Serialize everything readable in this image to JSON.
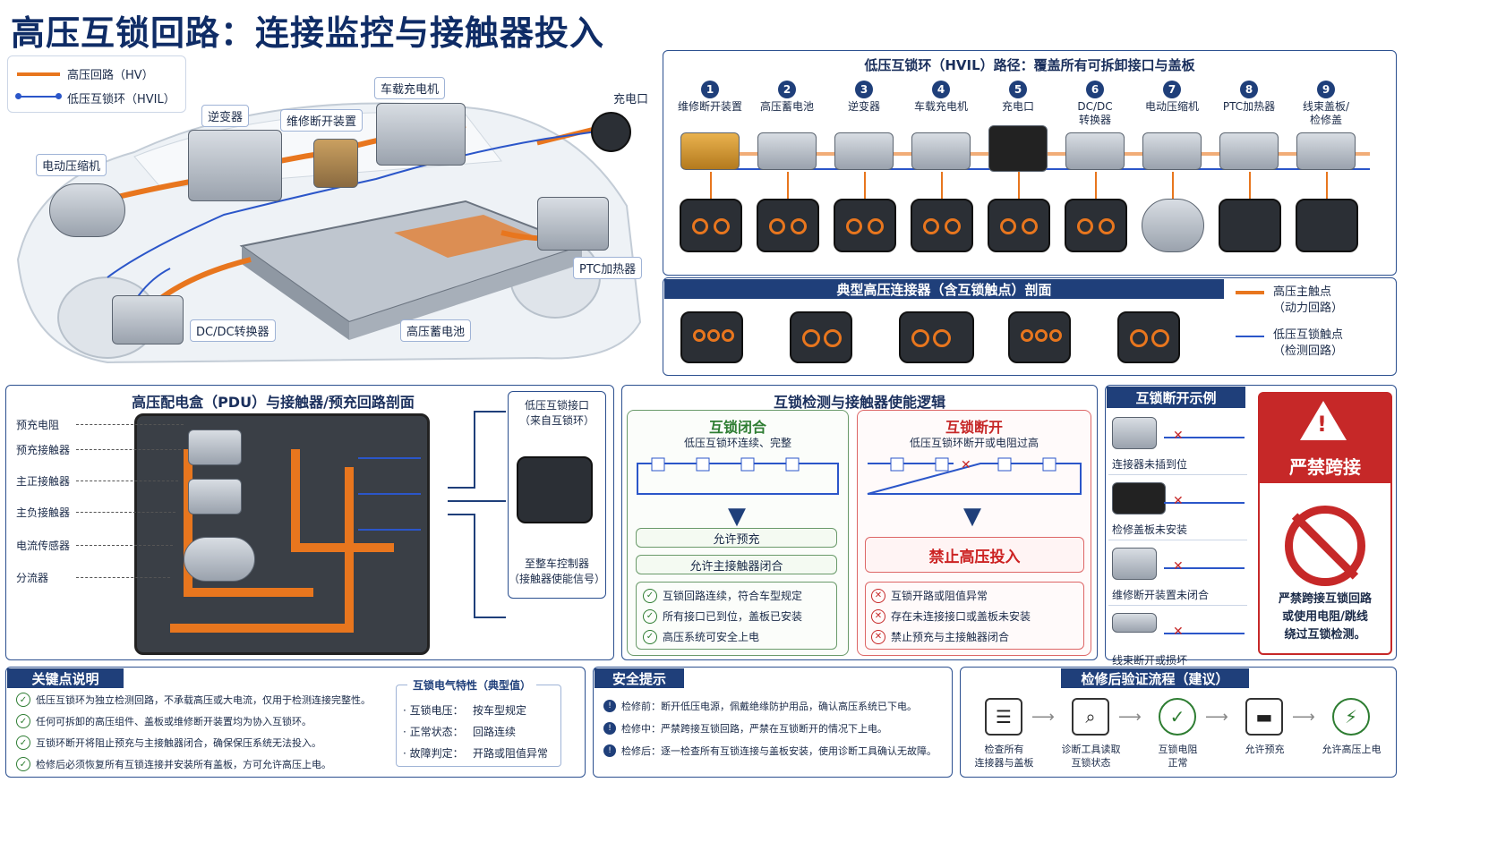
{
  "title": "高压互锁回路：连接监控与接触器投入",
  "legend": {
    "hv": "高压回路（HV）",
    "hvil": "低压互锁环（HVIL）"
  },
  "car_labels": {
    "charger": "车载充电机",
    "charge_port": "充电口",
    "inverter": "逆变器",
    "msd": "维修断开装置",
    "compressor": "电动压缩机",
    "ptc": "PTC加热器",
    "dcdc": "DC/DC转换器",
    "battery": "高压蓄电池"
  },
  "hvil_path": {
    "title": "低压互锁环（HVIL）路径：覆盖所有可拆卸接口与盖板",
    "steps": [
      {
        "num": "1",
        "label": "维修断开装置"
      },
      {
        "num": "2",
        "label": "高压蓄电池"
      },
      {
        "num": "3",
        "label": "逆变器"
      },
      {
        "num": "4",
        "label": "车载充电机"
      },
      {
        "num": "5",
        "label": "充电口"
      },
      {
        "num": "6",
        "label": "DC/DC\n转换器"
      },
      {
        "num": "7",
        "label": "电动压缩机"
      },
      {
        "num": "8",
        "label": "PTC加热器"
      },
      {
        "num": "9",
        "label": "线束盖板/\n检修盖"
      }
    ]
  },
  "connector_section": {
    "title": "典型高压连接器（含互锁触点）剖面",
    "hv_main": "高压主触点\n（动力回路）",
    "hvil_contact": "低压互锁触点\n（检测回路）"
  },
  "pdu": {
    "title": "高压配电盒（PDU）与接触器/预充回路剖面",
    "labels": [
      "预充电阻",
      "预充接触器",
      "主正接触器",
      "主负接触器",
      "电流传感器",
      "分流器"
    ],
    "interface_top": "低压互锁接口\n（来自互锁环）",
    "interface_bottom": "至整车控制器\n（接触器使能信号）"
  },
  "logic": {
    "title": "互锁检测与接触器使能逻辑",
    "closed": {
      "title": "互锁闭合",
      "subtitle": "低压互锁环连续、完整",
      "box1": "允许预充",
      "box2": "允许主接触器闭合",
      "items": [
        "互锁回路连续，符合车型规定",
        "所有接口已到位，盖板已安装",
        "高压系统可安全上电"
      ]
    },
    "open": {
      "title": "互锁断开",
      "subtitle": "低压互锁环断开或电阻过高",
      "box": "禁止高压投入",
      "items": [
        "互锁开路或阻值异常",
        "存在未连接接口或盖板未安装",
        "禁止预充与主接触器闭合"
      ]
    }
  },
  "examples": {
    "title": "互锁断开示例",
    "items": [
      "连接器未插到位",
      "检修盖板未安装",
      "维修断开装置未闭合",
      "线束断开或损坏"
    ],
    "warning_title": "严禁跨接",
    "warning_text": "严禁跨接互锁回路\n或使用电阻/跳线\n绕过互锁检测。"
  },
  "keypoints": {
    "title": "关键点说明",
    "items": [
      "低压互锁环为独立检测回路，不承载高压或大电流，仅用于检测连接完整性。",
      "任何可拆卸的高压组件、盖板或维修断开装置均为协入互锁环。",
      "互锁环断开将阻止预充与主接触器闭合，确保保压系统无法投入。",
      "检修后必须恢复所有互锁连接并安装所有盖板，方可允许高压上电。"
    ]
  },
  "electrical": {
    "title": "互锁电气特性（典型值）",
    "rows": [
      {
        "k": "· 互锁电压：",
        "v": "按车型规定"
      },
      {
        "k": "· 正常状态：",
        "v": "回路连续"
      },
      {
        "k": "· 故障判定：",
        "v": "开路或阻值异常"
      }
    ]
  },
  "safety": {
    "title": "安全提示",
    "items": [
      "检修前：断开低压电源，佩戴绝缘防护用品，确认高压系统已下电。",
      "检修中：严禁跨接互锁回路，严禁在互锁断开的情况下上电。",
      "检修后：逐一检查所有互锁连接与盖板安装，使用诊断工具确认无故障。"
    ]
  },
  "verify": {
    "title": "检修后验证流程（建议）",
    "steps": [
      "检查所有\n连接器与盖板",
      "诊断工具读取\n互锁状态",
      "互锁电阻\n正常",
      "允许预充",
      "允许高压上电"
    ]
  },
  "colors": {
    "hv": "#e8761e",
    "hvil": "#2b56c9",
    "navy": "#1f3f7a",
    "green": "#2e7d32",
    "red": "#c62828"
  }
}
